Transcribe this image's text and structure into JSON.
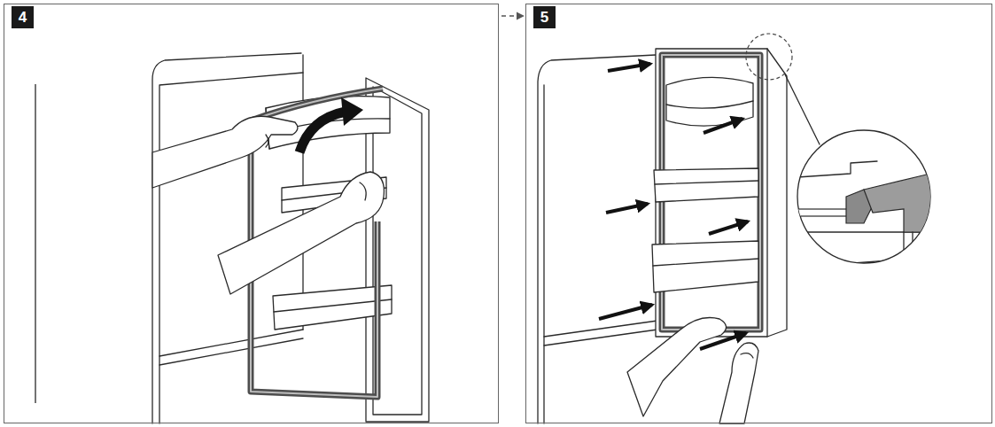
{
  "diagram": {
    "nodes": [
      {
        "text": [
          "4"
        ]
      },
      {
        "text": [
          "5"
        ]
      }
    ],
    "edges": [
      {
        "from": 0,
        "to": 1,
        "arrow": "to"
      }
    ]
  }
}
